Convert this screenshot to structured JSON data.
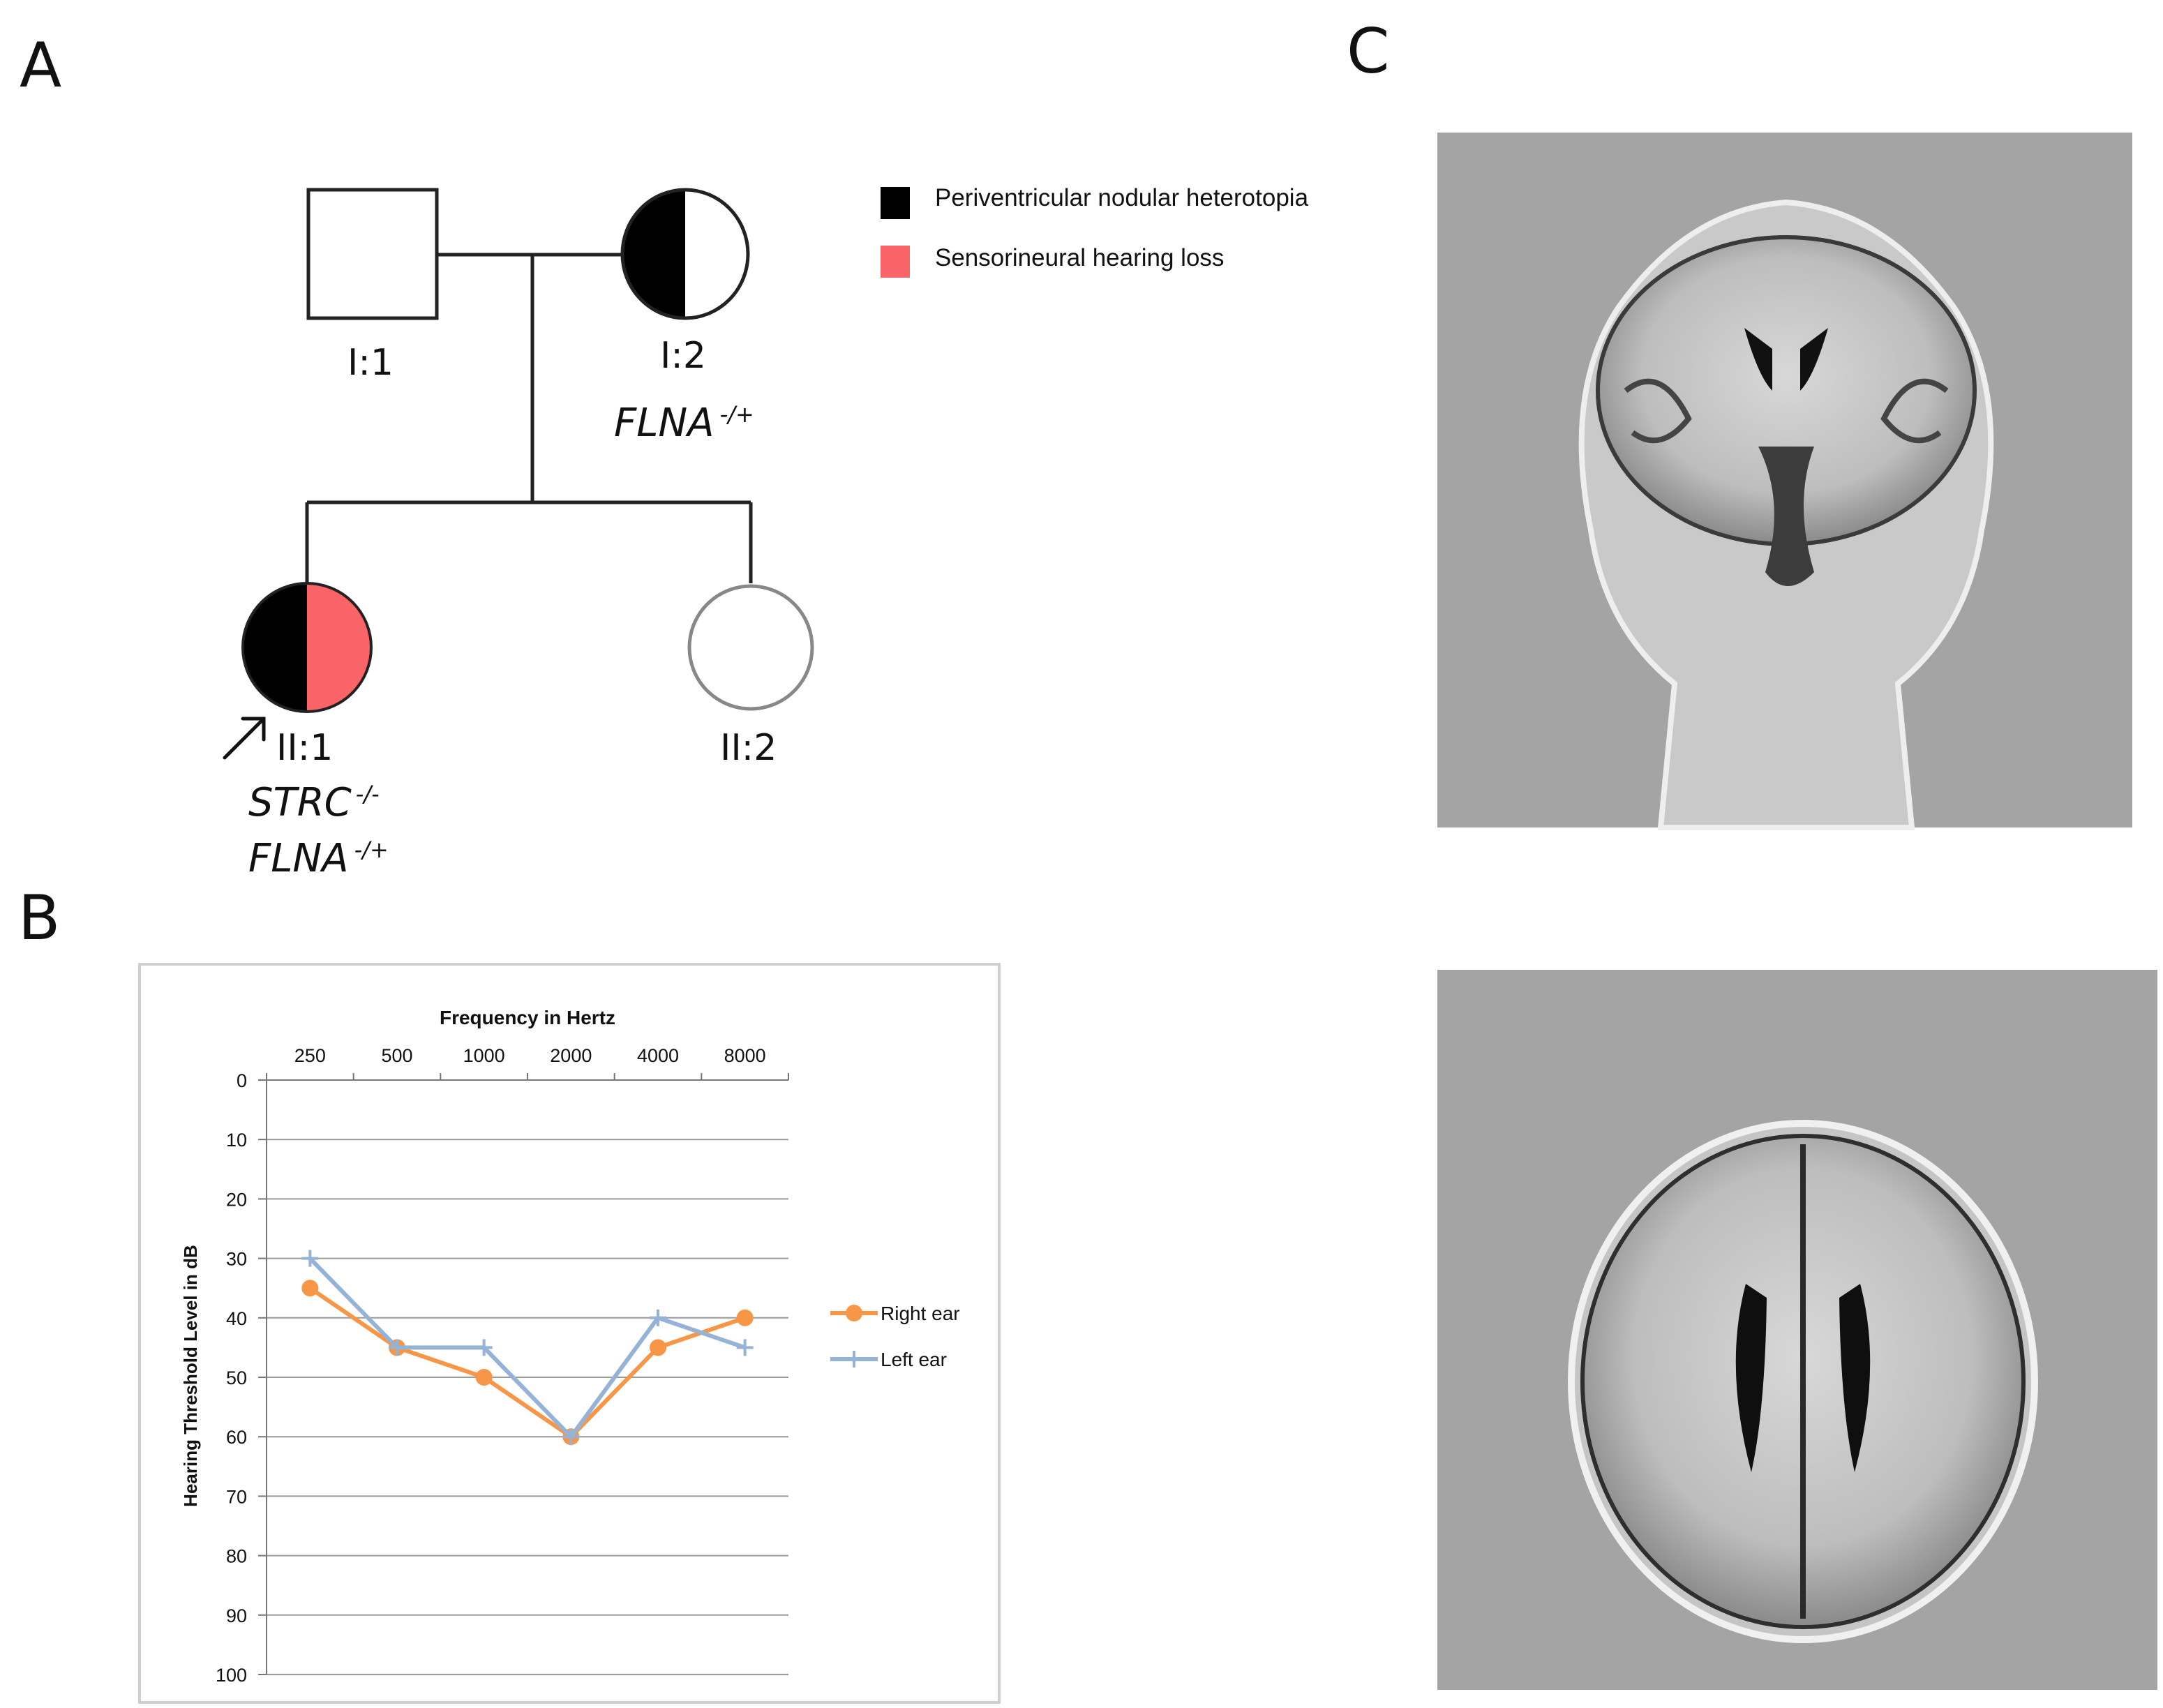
{
  "figure": {
    "panels": {
      "a": "A",
      "b": "B",
      "c": "C"
    }
  },
  "pedigree": {
    "legend": [
      {
        "label": "Periventricular nodular heterotopia",
        "color": "#000000"
      },
      {
        "label": "Sensorineural hearing loss",
        "color": "#f86468"
      }
    ],
    "individuals": {
      "i1": {
        "id": "I:1",
        "sex": "male",
        "affected": []
      },
      "i2": {
        "id": "I:2",
        "sex": "female",
        "affected": [
          "Periventricular nodular heterotopia"
        ],
        "genotype": "FLNA",
        "genotype_sup": "-/+"
      },
      "ii1": {
        "id": "II:1",
        "sex": "female",
        "proband": true,
        "affected": [
          "Periventricular nodular heterotopia",
          "Sensorineural hearing loss"
        ],
        "genotype1": "STRC",
        "genotype1_sup": "-/-",
        "genotype2": "FLNA",
        "genotype2_sup": "-/+"
      },
      "ii2": {
        "id": "II:2",
        "sex": "female",
        "affected": []
      }
    },
    "colors": {
      "black": "#000000",
      "pink": "#f86468",
      "line": "#222222",
      "unaffected_stroke": "#888888"
    }
  },
  "chart_data": {
    "type": "line",
    "xlabel": "Frequency in Hertz",
    "ylabel": "Hearing Threshold Level in dB",
    "categories": [
      "250",
      "500",
      "1000",
      "2000",
      "4000",
      "8000"
    ],
    "ylim": [
      0,
      100
    ],
    "y_reversed": true,
    "yticks": [
      0,
      10,
      20,
      30,
      40,
      50,
      60,
      70,
      80,
      90,
      100
    ],
    "x_axis_position": "top",
    "grid": true,
    "legend_position": "right",
    "series": [
      {
        "name": "Right ear",
        "values": [
          35,
          45,
          50,
          60,
          45,
          40
        ],
        "color": "#f79646",
        "marker": "circle"
      },
      {
        "name": "Left ear",
        "values": [
          30,
          45,
          45,
          60,
          40,
          45
        ],
        "color": "#95b3d7",
        "marker": "plus"
      }
    ]
  },
  "mri": {
    "background": "#a4a4a4"
  }
}
